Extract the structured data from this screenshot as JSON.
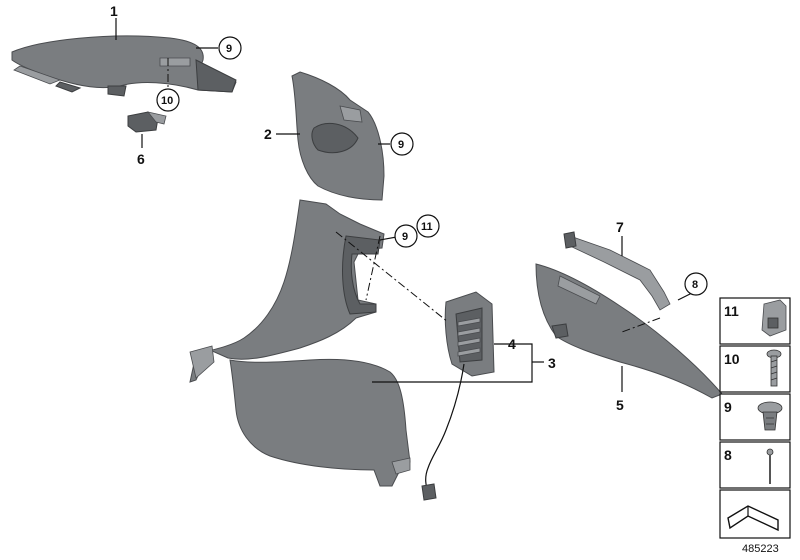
{
  "diagram": {
    "callouts": {
      "c1": "1",
      "c2": "2",
      "c3": "3",
      "c4": "4",
      "c5": "5",
      "c6": "6",
      "c7": "7",
      "c8": "8",
      "c9a": "9",
      "c9b": "9",
      "c9c": "9",
      "c10": "10",
      "c11": "11"
    },
    "legend": {
      "items": [
        "11",
        "10",
        "9",
        "8"
      ]
    },
    "reference_number": "485223"
  }
}
